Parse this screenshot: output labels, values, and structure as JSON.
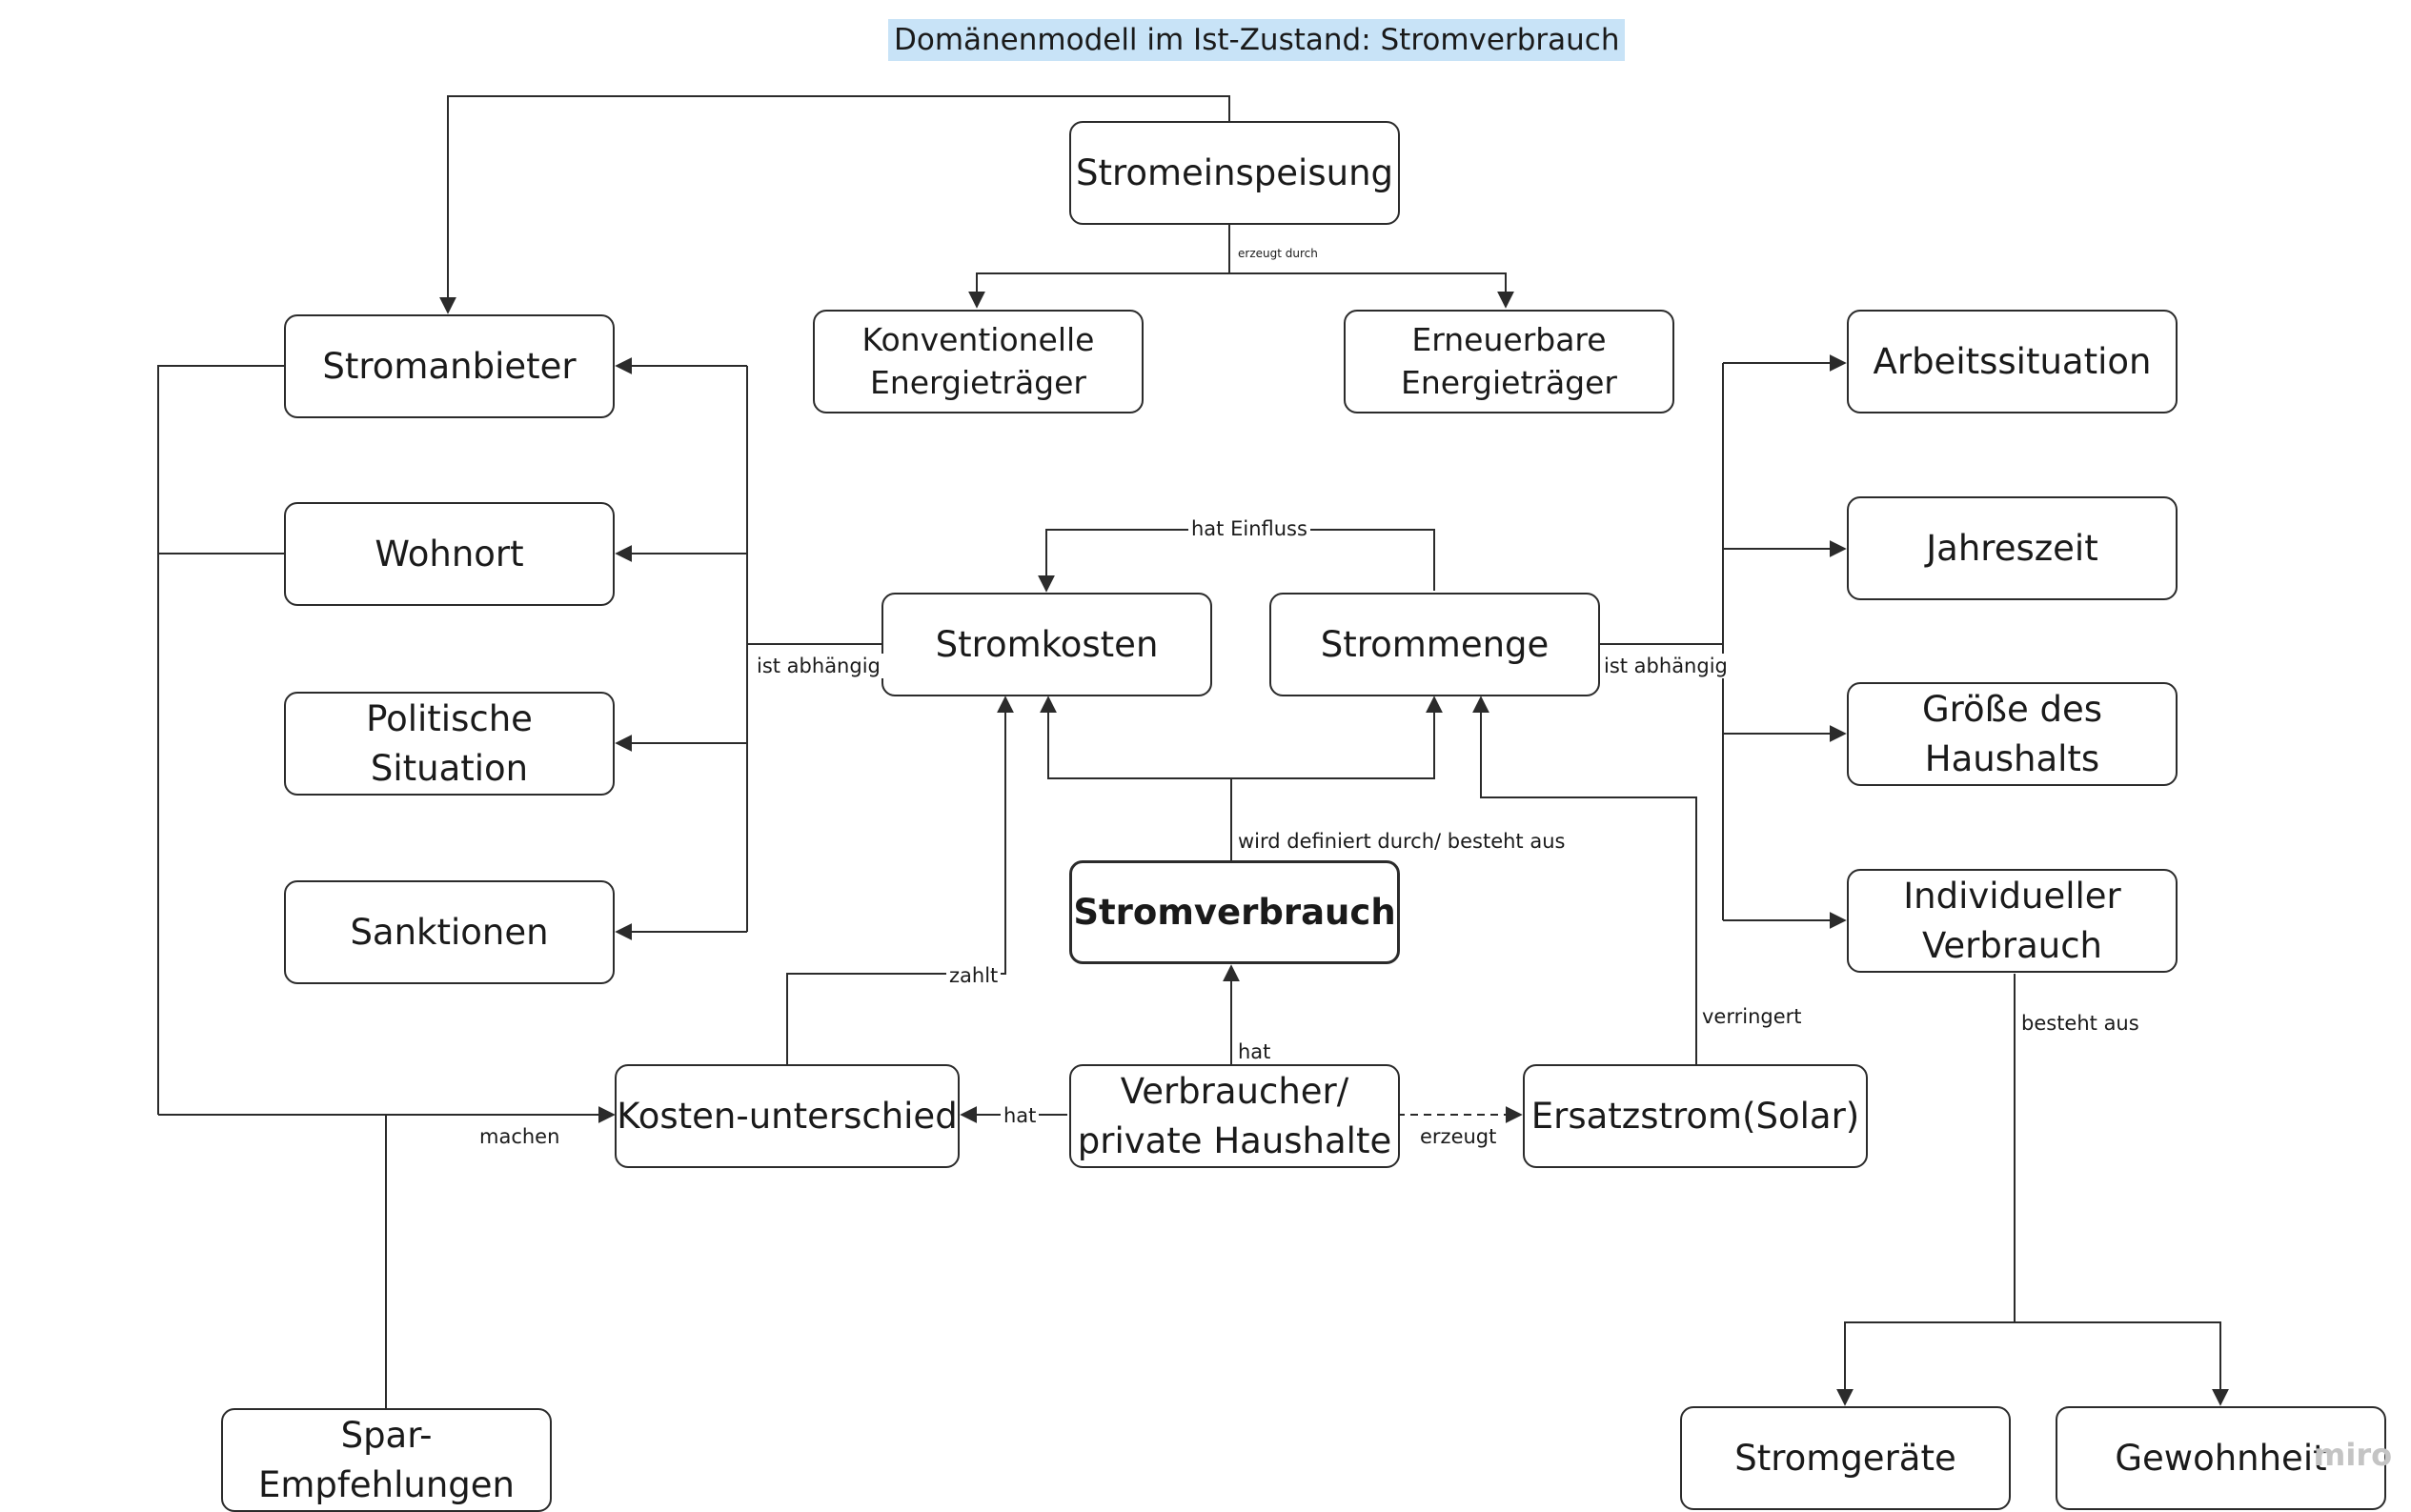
{
  "title": "Domänenmodell im Ist-Zustand: Stromverbrauch",
  "nodes": {
    "stromeinspeisung": "Stromeinspeisung",
    "konventionelle": "Konventionelle\nEnergieträger",
    "erneuerbare": "Erneuerbare\nEnergieträger",
    "stromanbieter": "Stromanbieter",
    "wohnort": "Wohnort",
    "politische": "Politische Situation",
    "sanktionen": "Sanktionen",
    "stromkosten": "Stromkosten",
    "strommenge": "Strommenge",
    "stromverbrauch": "Stromverbrauch",
    "arbeitssituation": "Arbeitssituation",
    "jahreszeit": "Jahreszeit",
    "groesse": "Größe des\nHaushalts",
    "individueller": "Individueller\nVerbrauch",
    "kosten_unterschied": "Kosten-unterschied",
    "verbraucher": "Verbraucher/\nprivate Haushalte",
    "ersatzstrom": "Ersatzstrom(Solar)",
    "spar": "Spar-\nEmpfehlungen",
    "stromgeraete": "Stromgeräte",
    "gewohnheit": "Gewohnheit"
  },
  "edge_labels": {
    "erzeugt_durch": "erzeugt durch",
    "hat_einfluss": "hat Einfluss",
    "ist_abhaengig_left": "ist abhängig",
    "ist_abhaengig_right": "ist abhängig",
    "wird_definiert": "wird definiert durch/ besteht aus",
    "zahlt": "zahlt",
    "hat_up": "hat",
    "hat_left": "hat",
    "erzeugt": "erzeugt",
    "verringert": "verringert",
    "machen": "machen",
    "besteht_aus": "besteht aus"
  },
  "watermark": "miro"
}
